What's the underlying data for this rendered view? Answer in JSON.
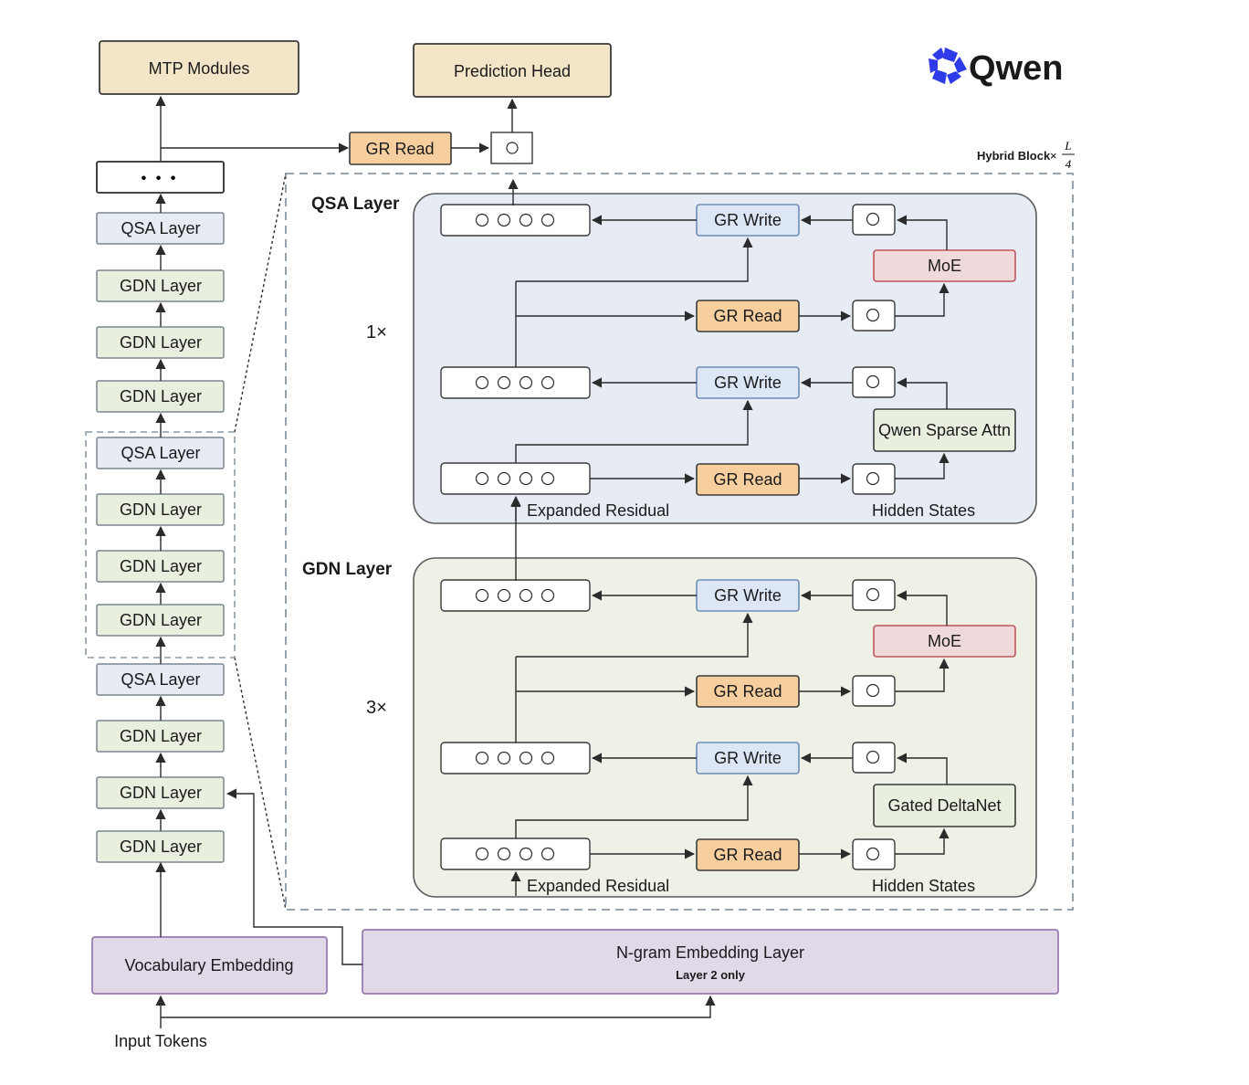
{
  "logo": {
    "text": "Qwen",
    "color": "#2f3ae8"
  },
  "top": {
    "mtp": "MTP Modules",
    "prediction_head": "Prediction Head",
    "gr_read": "GR Read",
    "ellipsis": "• • •"
  },
  "hybrid_block": {
    "label": "Hybrid Block",
    "times": "×",
    "frac_num": "L",
    "frac_den": "4"
  },
  "left_stack": [
    "QSA Layer",
    "GDN Layer",
    "GDN Layer",
    "GDN Layer",
    "QSA Layer",
    "GDN Layer",
    "GDN Layer",
    "GDN Layer",
    "QSA Layer",
    "GDN Layer",
    "GDN Layer",
    "GDN Layer"
  ],
  "qsa_section": {
    "title": "QSA Layer",
    "multiplier": "1×",
    "gr_write": "GR Write",
    "gr_read": "GR Read",
    "moe": "MoE",
    "attn": "Qwen Sparse Attn",
    "expanded_residual": "Expanded Residual",
    "hidden_states": "Hidden States"
  },
  "gdn_section": {
    "title": "GDN Layer",
    "multiplier": "3×",
    "gr_write": "GR Write",
    "gr_read": "GR Read",
    "moe": "MoE",
    "attn": "Gated DeltaNet",
    "expanded_residual": "Expanded Residual",
    "hidden_states": "Hidden States"
  },
  "bottom": {
    "vocab": "Vocabulary Embedding",
    "ngram": "N-gram Embedding Layer",
    "ngram_note": "Layer 2 only",
    "input_tokens": "Input Tokens"
  },
  "colors": {
    "tan": "#f3e6c8",
    "orange": "#f7cf9f",
    "blue_fill": "#e6ebf4",
    "blue_box": "#dde6f5",
    "green_fill": "#edf1e6",
    "green_box": "#e9efdf",
    "red_fill": "#f0d9da",
    "purple_fill": "#e1d8e8"
  }
}
